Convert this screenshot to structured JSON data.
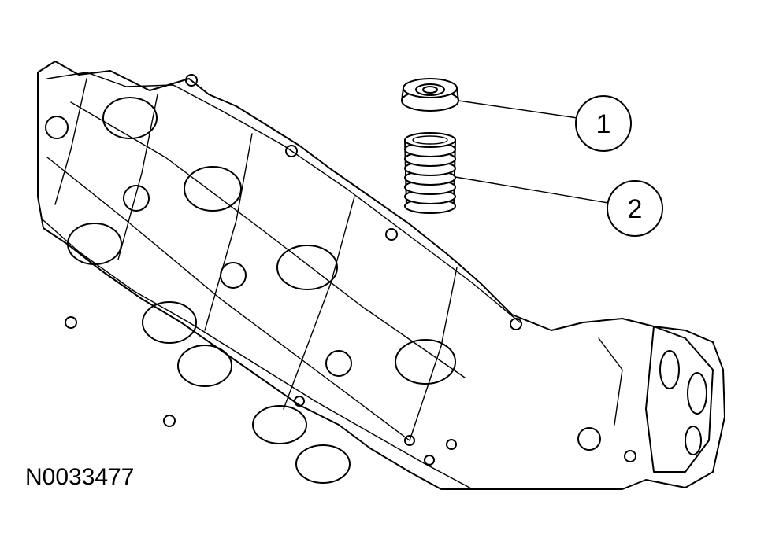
{
  "figure": {
    "id": "N0033477",
    "callouts": [
      {
        "number": "1",
        "part": "valve-spring-retainer"
      },
      {
        "number": "2",
        "part": "valve-spring"
      }
    ]
  },
  "colors": {
    "ink": "#000000",
    "background": "#ffffff"
  }
}
